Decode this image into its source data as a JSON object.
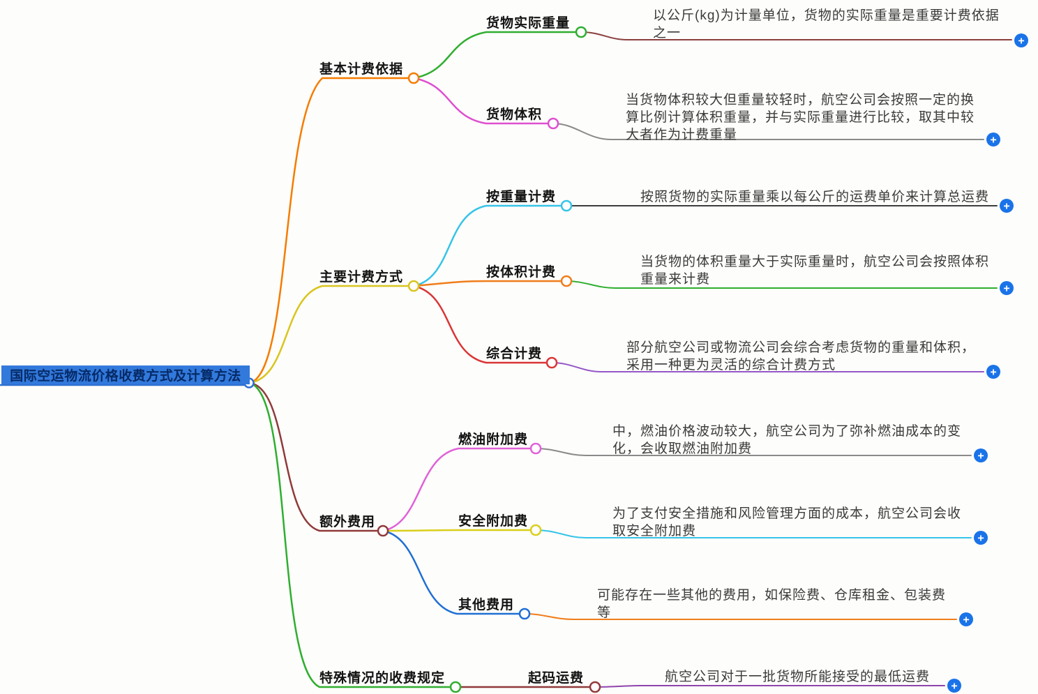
{
  "mindmap": {
    "root": "国际空运物流价格收费方式及计算方法",
    "branches": [
      {
        "label": "基本计费依据",
        "children": [
          {
            "label": "货物实际重量",
            "desc": "以公斤(kg)为计量单位，货物的实际重量是重要计费依据之一"
          },
          {
            "label": "货物体积",
            "desc": "当货物体积较大但重量较轻时，航空公司会按照一定的换算比例计算体积重量，并与实际重量进行比较，取其中较大者作为计费重量"
          }
        ]
      },
      {
        "label": "主要计费方式",
        "children": [
          {
            "label": "按重量计费",
            "desc": "按照货物的实际重量乘以每公斤的运费单价来计算总运费"
          },
          {
            "label": "按体积计费",
            "desc": "当货物的体积重量大于实际重量时，航空公司会按照体积重量来计费"
          },
          {
            "label": "综合计费",
            "desc": "部分航空公司或物流公司会综合考虑货物的重量和体积，采用一种更为灵活的综合计费方式"
          }
        ]
      },
      {
        "label": "额外费用",
        "children": [
          {
            "label": "燃油附加费",
            "desc": "中，燃油价格波动较大，航空公司为了弥补燃油成本的变化，会收取燃油附加费"
          },
          {
            "label": "安全附加费",
            "desc": "为了支付安全措施和风险管理方面的成本，航空公司会收取安全附加费"
          },
          {
            "label": "其他费用",
            "desc": "可能存在一些其他的费用，如保险费、仓库租金、包装费等"
          }
        ]
      },
      {
        "label": "特殊情况的收费规定",
        "children": [
          {
            "label": "起码运费",
            "desc": "航空公司对于一批货物所能接受的最低运费"
          }
        ]
      }
    ]
  },
  "icons": {
    "plus": "+"
  },
  "colors": {
    "root_bg": "#3279dc",
    "root_text": "#062a66",
    "root_ring": "#2f6fd0",
    "b1": "#f57c00",
    "b2": "#d9c51e",
    "b3": "#8f3a3a",
    "b4": "#2fae2f",
    "c11": "#2fae2f",
    "c12": "#de4fd0",
    "c21": "#35c4e8",
    "c22": "#f07d1a",
    "c23": "#d93636",
    "c31": "#e061d8",
    "c32": "#d9cf1c",
    "c33": "#1f6fd4",
    "c41": "#8f3a3a",
    "d11": "#8b4040",
    "d12": "#8a8a8a",
    "d21": "#3d3d3d",
    "d22": "#2fae2f",
    "d23": "#9457c8",
    "d31": "#8a8a8a",
    "d32": "#35c4e8",
    "d33": "#f07d1a",
    "d41": "#8e44ad",
    "plus": "#1a73e8"
  }
}
